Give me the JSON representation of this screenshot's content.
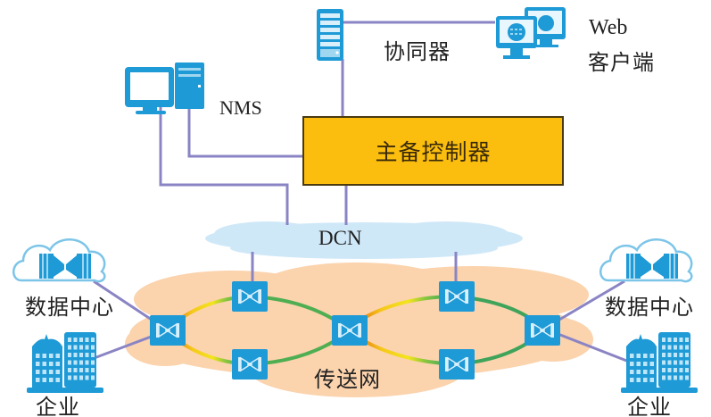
{
  "diagram": {
    "title": "",
    "colors": {
      "device_blue": "#1e9ad6",
      "link_purple": "#8a84c4",
      "controller_fill": "#fbbe0e",
      "dcn_cloud": "#cfe8f8",
      "transport_cloud": "#fbd3ad"
    },
    "nodes": {
      "coordinator": {
        "label": "协同器",
        "icon": "server-icon"
      },
      "web_client": {
        "label_line1": "Web",
        "label_line2": "客户端",
        "icon": "web-client-icon"
      },
      "nms": {
        "label": "NMS",
        "icon": "desktop-computer-icon"
      },
      "controller": {
        "label": "主备控制器"
      },
      "dcn": {
        "label": "DCN",
        "icon": "cloud-icon"
      },
      "transport": {
        "label": "传送网",
        "icon": "cloud-icon"
      },
      "left_datacenter": {
        "label": "数据中心",
        "icon": "cloud-datacenter-icon"
      },
      "left_enterprise": {
        "label": "企业",
        "icon": "building-icon"
      },
      "right_datacenter": {
        "label": "数据中心",
        "icon": "cloud-datacenter-icon"
      },
      "right_enterprise": {
        "label": "企业",
        "icon": "building-icon"
      }
    },
    "switch_count": 7,
    "connections": [
      [
        "coordinator",
        "web_client"
      ],
      [
        "coordinator",
        "controller"
      ],
      [
        "nms",
        "controller"
      ],
      [
        "nms",
        "dcn"
      ],
      [
        "controller",
        "dcn"
      ],
      [
        "dcn",
        "switch_top_left"
      ],
      [
        "dcn",
        "switch_top_right"
      ],
      [
        "left_datacenter",
        "switch_left"
      ],
      [
        "left_enterprise",
        "switch_left"
      ],
      [
        "right_datacenter",
        "switch_right"
      ],
      [
        "right_enterprise",
        "switch_right"
      ]
    ]
  }
}
